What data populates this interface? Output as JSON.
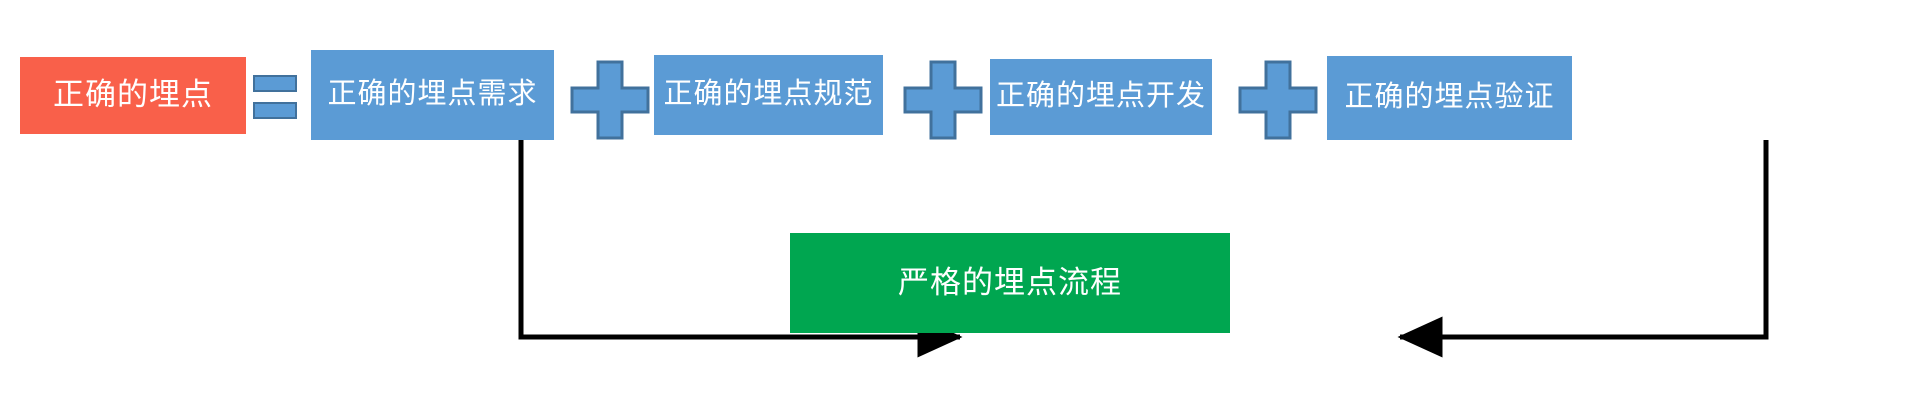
{
  "diagram": {
    "title_node": {
      "label": "正确的埋点",
      "color": "#F9604A",
      "shape": "rectangle"
    },
    "operators": {
      "equals": "=",
      "plus": "+",
      "equals_color": "#5B9BD5",
      "equals_border_color": "#41719C",
      "plus_color": "#5B9BD5",
      "plus_border_color": "#41719C"
    },
    "component_nodes": [
      {
        "label": "正确的埋点需求",
        "color": "#5B9BD5"
      },
      {
        "label": "正确的埋点规范",
        "color": "#5B9BD5"
      },
      {
        "label": "正确的埋点开发",
        "color": "#5B9BD5"
      },
      {
        "label": "正确的埋点验证",
        "color": "#5B9BD5"
      }
    ],
    "process_node": {
      "label": "严格的埋点流程",
      "color": "#00A650",
      "shape": "rectangle"
    },
    "connectors": [
      {
        "name": "from-requirement-to-process",
        "from": "正确的埋点需求",
        "to": "严格的埋点流程",
        "style": "elbow",
        "arrow": "end",
        "color": "#000000"
      },
      {
        "name": "from-validation-to-process",
        "from": "正确的埋点验证",
        "to": "严格的埋点流程",
        "style": "elbow",
        "arrow": "end",
        "color": "#000000"
      }
    ]
  }
}
